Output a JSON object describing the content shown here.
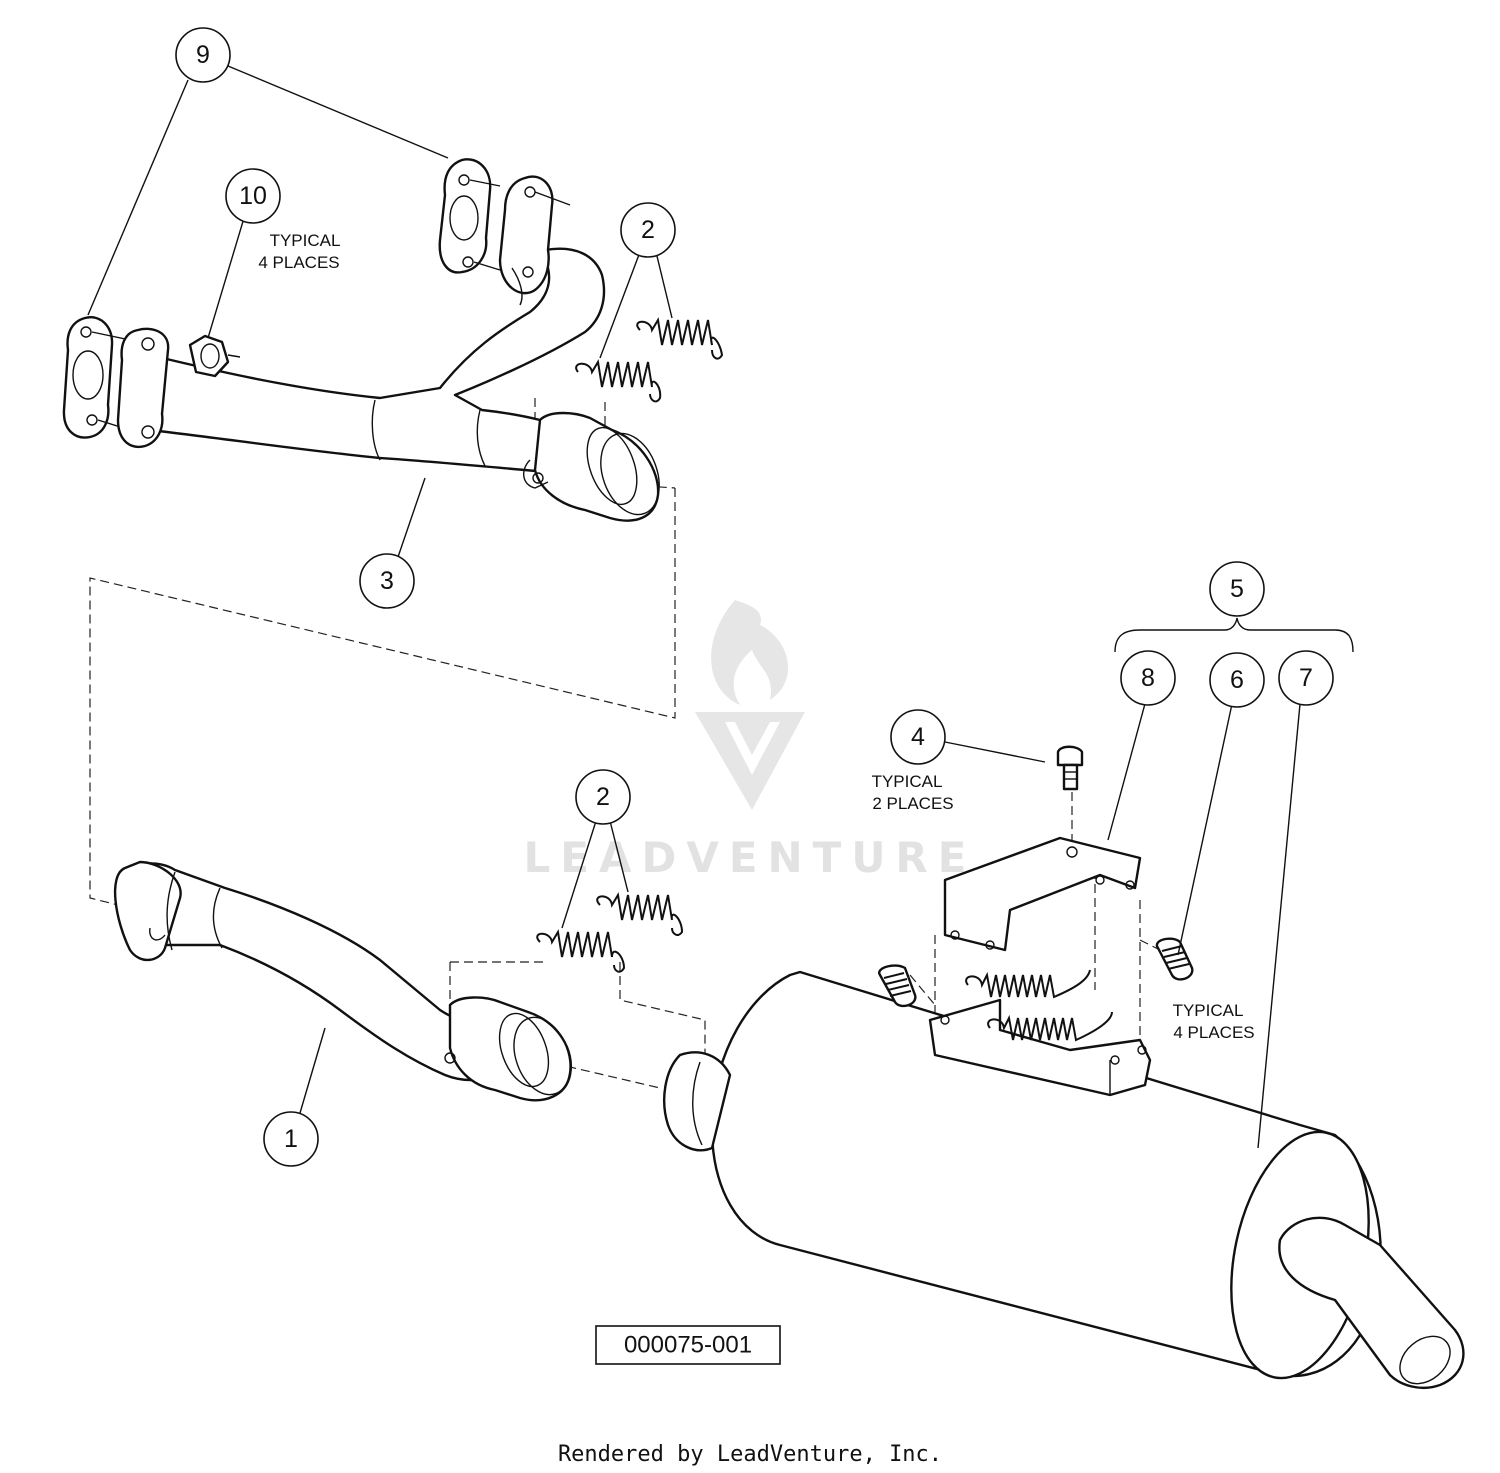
{
  "callouts": {
    "c1": "1",
    "c2a": "2",
    "c2b": "2",
    "c3": "3",
    "c4": "4",
    "c5": "5",
    "c6": "6",
    "c7": "7",
    "c8": "8",
    "c9": "9",
    "c10": "10"
  },
  "notes": {
    "item10_line1": "TYPICAL",
    "item10_line2": "4 PLACES",
    "item4_line1": "TYPICAL",
    "item4_line2": "2 PLACES",
    "item6_line1": "TYPICAL",
    "item6_line2": "4 PLACES"
  },
  "watermark": "LEADVENTURE",
  "diagram_code": "000075-001",
  "footer": "Rendered by LeadVenture, Inc."
}
